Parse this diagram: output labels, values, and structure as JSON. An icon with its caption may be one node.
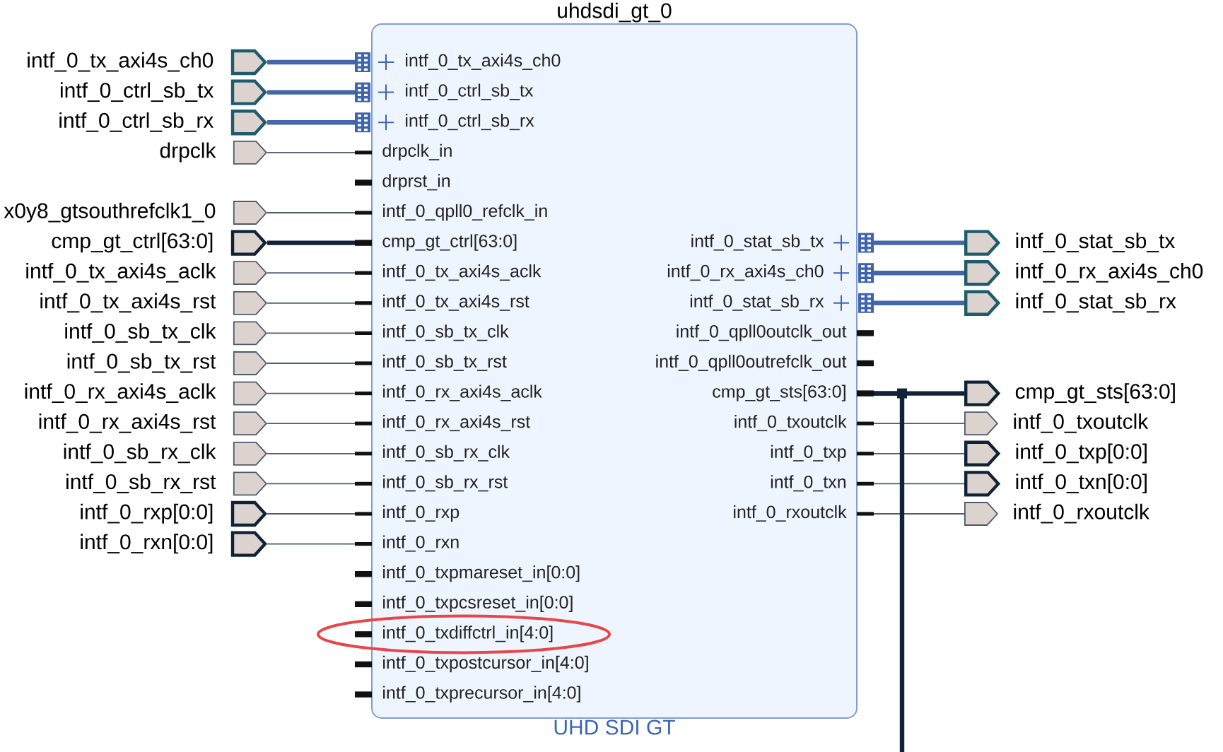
{
  "diagram": {
    "nodes": [
      {
        "text": [
          "uhdsdi_gt_0",
          "UHD SDI GT"
        ]
      },
      {
        "text": [
          "intf_0_tx_axi4s_ch0"
        ]
      },
      {
        "text": [
          "intf_0_ctrl_sb_tx"
        ]
      },
      {
        "text": [
          "intf_0_ctrl_sb_rx"
        ]
      },
      {
        "text": [
          "drpclk"
        ]
      },
      {
        "text": [
          "x0y8_gtsouthrefclk1_0"
        ]
      },
      {
        "text": [
          "cmp_gt_ctrl[63:0]"
        ]
      },
      {
        "text": [
          "intf_0_tx_axi4s_aclk"
        ]
      },
      {
        "text": [
          "intf_0_tx_axi4s_rst"
        ]
      },
      {
        "text": [
          "intf_0_sb_tx_clk"
        ]
      },
      {
        "text": [
          "intf_0_sb_tx_rst"
        ]
      },
      {
        "text": [
          "intf_0_rx_axi4s_aclk"
        ]
      },
      {
        "text": [
          "intf_0_rx_axi4s_rst"
        ]
      },
      {
        "text": [
          "intf_0_sb_rx_clk"
        ]
      },
      {
        "text": [
          "intf_0_sb_rx_rst"
        ]
      },
      {
        "text": [
          "intf_0_rxp[0:0]"
        ]
      },
      {
        "text": [
          "intf_0_rxn[0:0]"
        ]
      },
      {
        "text": [
          "intf_0_tx_axi4s_ch0"
        ],
        "in": 0
      },
      {
        "text": [
          "intf_0_ctrl_sb_tx"
        ],
        "in": 0
      },
      {
        "text": [
          "intf_0_ctrl_sb_rx"
        ],
        "in": 0
      },
      {
        "text": [
          "drpclk_in"
        ],
        "in": 0
      },
      {
        "text": [
          "drprst_in"
        ],
        "in": 0
      },
      {
        "text": [
          "intf_0_qpll0_refclk_in"
        ],
        "in": 0
      },
      {
        "text": [
          "cmp_gt_ctrl[63:0]"
        ],
        "in": 0
      },
      {
        "text": [
          "intf_0_tx_axi4s_aclk"
        ],
        "in": 0
      },
      {
        "text": [
          "intf_0_tx_axi4s_rst"
        ],
        "in": 0
      },
      {
        "text": [
          "intf_0_sb_tx_clk"
        ],
        "in": 0
      },
      {
        "text": [
          "intf_0_sb_tx_rst"
        ],
        "in": 0
      },
      {
        "text": [
          "intf_0_rx_axi4s_aclk"
        ],
        "in": 0
      },
      {
        "text": [
          "intf_0_rx_axi4s_rst"
        ],
        "in": 0
      },
      {
        "text": [
          "intf_0_sb_rx_clk"
        ],
        "in": 0
      },
      {
        "text": [
          "intf_0_sb_rx_rst"
        ],
        "in": 0
      },
      {
        "text": [
          "intf_0_rxp"
        ],
        "in": 0
      },
      {
        "text": [
          "intf_0_rxn"
        ],
        "in": 0
      },
      {
        "text": [
          "intf_0_txpmareset_in[0:0]"
        ],
        "in": 0
      },
      {
        "text": [
          "intf_0_txpcsreset_in[0:0]"
        ],
        "in": 0
      },
      {
        "text": [],
        "shape": "ellipse"
      },
      {
        "text": [
          "intf_0_txdiffctrl_in[4:0]"
        ],
        "in": 36
      },
      {
        "text": [
          "intf_0_txpostcursor_in[4:0]"
        ],
        "in": 0
      },
      {
        "text": [
          "intf_0_txprecursor_in[4:0]"
        ],
        "in": 0
      },
      {
        "text": [
          "intf_0_stat_sb_tx"
        ],
        "in": 0
      },
      {
        "text": [
          "intf_0_rx_axi4s_ch0"
        ],
        "in": 0
      },
      {
        "text": [
          "intf_0_stat_sb_rx"
        ],
        "in": 0
      },
      {
        "text": [
          "intf_0_qpll0outclk_out"
        ],
        "in": 0
      },
      {
        "text": [
          "intf_0_qpll0outrefclk_out"
        ],
        "in": 0
      },
      {
        "text": [
          "cmp_gt_sts[63:0]"
        ],
        "in": 0
      },
      {
        "text": [
          "intf_0_txoutclk"
        ],
        "in": 0
      },
      {
        "text": [
          "intf_0_txp"
        ],
        "in": 0
      },
      {
        "text": [
          "intf_0_txn"
        ],
        "in": 0
      },
      {
        "text": [
          "intf_0_rxoutclk"
        ],
        "in": 0
      },
      {
        "text": [
          "intf_0_stat_sb_tx"
        ]
      },
      {
        "text": [
          "intf_0_rx_axi4s_ch0"
        ]
      },
      {
        "text": [
          "intf_0_stat_sb_rx"
        ]
      },
      {
        "text": [
          "cmp_gt_sts[63:0]"
        ]
      },
      {
        "text": [
          "intf_0_txoutclk"
        ]
      },
      {
        "text": [
          "intf_0_txp[0:0]"
        ]
      },
      {
        "text": [
          "intf_0_txn[0:0]"
        ]
      },
      {
        "text": [
          "intf_0_rxoutclk"
        ]
      }
    ],
    "edges": [
      {
        "from": 1,
        "to": 17,
        "arrow": "none",
        "style": "thick",
        "color": "#4466aa"
      },
      {
        "from": 2,
        "to": 18,
        "arrow": "none",
        "style": "thick",
        "color": "#4466aa"
      },
      {
        "from": 3,
        "to": 19,
        "arrow": "none",
        "style": "thick",
        "color": "#4466aa"
      },
      {
        "from": 4,
        "to": 20,
        "arrow": "none"
      },
      {
        "from": 5,
        "to": 22,
        "arrow": "none"
      },
      {
        "from": 6,
        "to": 23,
        "arrow": "none",
        "style": "thick",
        "color": "#10233a"
      },
      {
        "from": 7,
        "to": 24,
        "arrow": "none"
      },
      {
        "from": 8,
        "to": 25,
        "arrow": "none"
      },
      {
        "from": 9,
        "to": 26,
        "arrow": "none"
      },
      {
        "from": 10,
        "to": 27,
        "arrow": "none"
      },
      {
        "from": 11,
        "to": 28,
        "arrow": "none"
      },
      {
        "from": 12,
        "to": 29,
        "arrow": "none"
      },
      {
        "from": 13,
        "to": 30,
        "arrow": "none"
      },
      {
        "from": 14,
        "to": 31,
        "arrow": "none"
      },
      {
        "from": 15,
        "to": 32,
        "arrow": "none"
      },
      {
        "from": 16,
        "to": 33,
        "arrow": "none"
      },
      {
        "from": 40,
        "to": 50,
        "arrow": "none",
        "style": "thick",
        "color": "#4466aa"
      },
      {
        "from": 41,
        "to": 51,
        "arrow": "none",
        "style": "thick",
        "color": "#4466aa"
      },
      {
        "from": 42,
        "to": 52,
        "arrow": "none",
        "style": "thick",
        "color": "#4466aa"
      },
      {
        "from": 45,
        "to": 53,
        "arrow": "none",
        "style": "thick",
        "color": "#10233a"
      },
      {
        "from": 46,
        "to": 54,
        "arrow": "none"
      },
      {
        "from": 47,
        "to": 55,
        "arrow": "none"
      },
      {
        "from": 48,
        "to": 56,
        "arrow": "none"
      },
      {
        "from": 49,
        "to": 57,
        "arrow": "none"
      },
      {
        "from": 45,
        "to": null,
        "arrow": "none",
        "style": "thick",
        "color": "#10233a"
      }
    ]
  }
}
